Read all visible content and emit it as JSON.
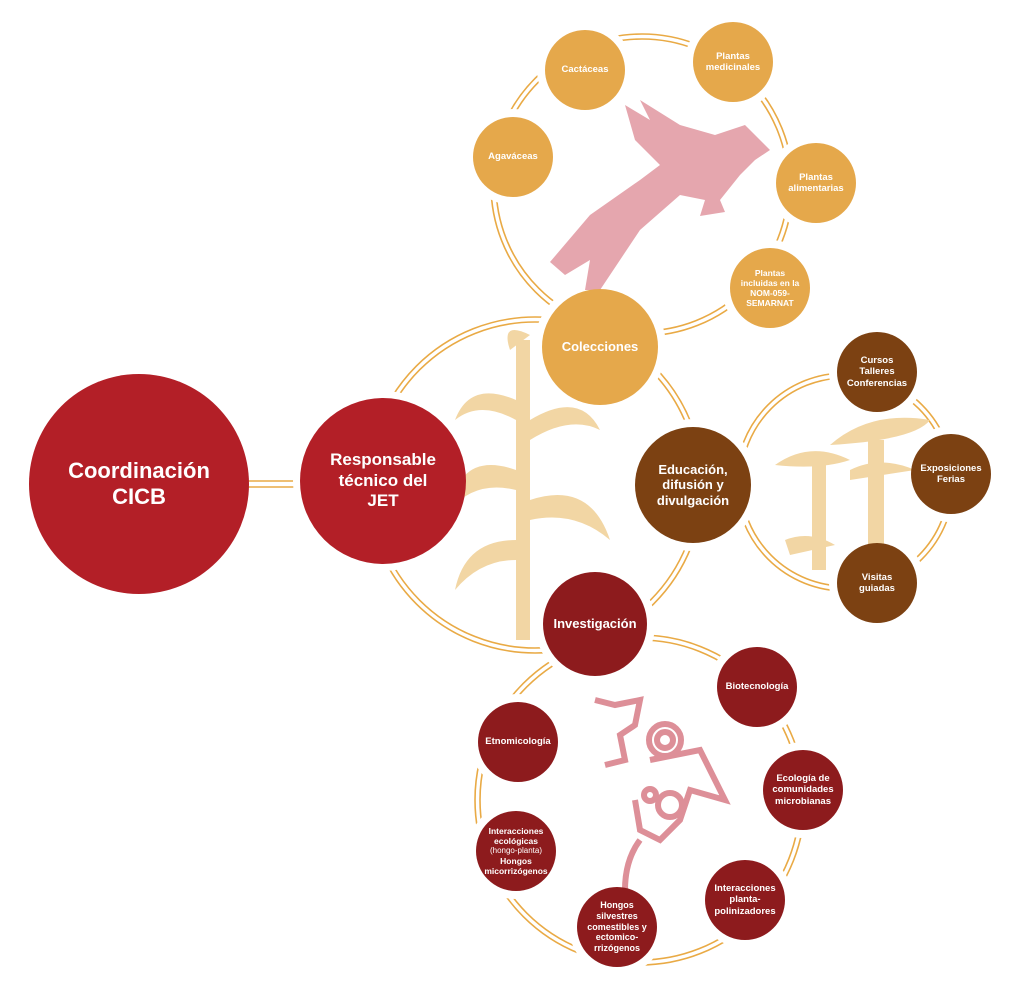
{
  "root": {
    "label": "Coordinación\nCICB"
  },
  "responsable": {
    "label": "Responsable\ntécnico del\nJET"
  },
  "colecciones": {
    "label": "Colecciones",
    "items": [
      "Agaváceas",
      "Cactáceas",
      "Plantas\nmedicinales",
      "Plantas\nalimentarias",
      "Plantas\nincluidas en la\nNOM-059-\nSEMARNAT"
    ]
  },
  "educacion": {
    "label": "Educación,\ndifusión y\ndivulgación",
    "items": [
      "Cursos\nTalleres\nConferencias",
      "Exposiciones\nFerias",
      "Visitas\nguiadas"
    ]
  },
  "investigacion": {
    "label": "Investigación",
    "items": [
      "Biotecnología",
      "Etnomicología",
      "Ecología de\ncomunidades\nmicrobianas",
      "Interacciones\nplanta-\npolinizadores",
      "Hongos\nsilvestres\ncomestibles y\nectomico-\nrrizógenos"
    ],
    "ecologicas": {
      "line1": "Interacciones\necológicas",
      "note": "(hongo-planta)",
      "line2": "Hongos\nmicorrizógenos"
    }
  },
  "colors": {
    "red": "#b31f27",
    "gold": "#e5a84b",
    "brown": "#7c4112",
    "maroon": "#8d1b1d",
    "ring": "#e9aa45"
  }
}
